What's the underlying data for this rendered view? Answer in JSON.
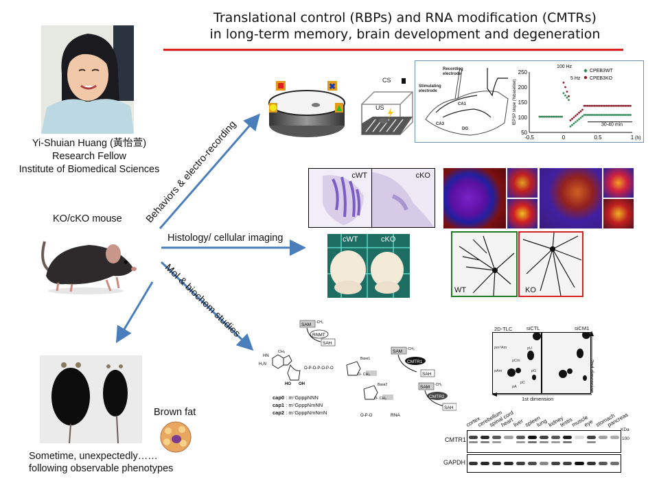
{
  "header": {
    "title_line1": "Translational control (RBPs) and RNA modification (CMTRs)",
    "title_line2": "in long-term memory, brain development and degeneration",
    "rule_color": "#e0201e"
  },
  "profile": {
    "name": "Yi-Shuian Huang (黃怡萱)",
    "position": "Research Fellow",
    "institute": "Institute of Biomedical Sciences",
    "photo_icon": "portrait-photo"
  },
  "mouse": {
    "label": "KO/cKO mouse"
  },
  "arrows": {
    "color": "#4a7ebb",
    "behavior": "Behaviors & electro-recording",
    "histology": "Histology/ cellular imaging",
    "molbio": "Mol & biochem studies"
  },
  "behavior_panel": {
    "fear_cs": "CS",
    "fear_us": "US",
    "ephys": {
      "recording_label": "Recording electrode",
      "stimulating_label": "Stimulating electrode",
      "regions": [
        "CA1",
        "CA3",
        "DG"
      ],
      "stim_100hz": "100 Hz",
      "stim_5hz": "5 Hz",
      "duration": "30-40 min",
      "legend": [
        "CPEB3WT",
        "CPEB3KO"
      ],
      "ylabel": "fEPSP slope (%baseline)",
      "xunit": "(h)",
      "yticks": [
        "250",
        "200",
        "150",
        "100",
        "50"
      ],
      "xticks": [
        "-0.5",
        "0",
        "0.5",
        "1"
      ],
      "colors": {
        "wt": "#2e8b57",
        "ko": "#8b1a2b"
      }
    }
  },
  "histology_panel": {
    "nissl_labels": [
      "cWT",
      "cKO"
    ],
    "brain_labels": [
      "cWT",
      "cKO"
    ],
    "neuron_labels": [
      "WT",
      "KO"
    ],
    "neuron_border_colors": [
      "#1f7a1f",
      "#d42020"
    ]
  },
  "biochem_panel": {
    "reaction_labels": {
      "sam": "SAM",
      "sah": "SAH",
      "ch3": "CH₃",
      "rnmt": "RNMT",
      "cmtr1": "CMTR1",
      "cmtr2": "CMTR2",
      "base1": "Base1",
      "base2": "Base2",
      "rna": "RNA",
      "ho": "HO",
      "oh": "OH",
      "h2n": "H₂N",
      "hn": "HN"
    },
    "caps": [
      {
        "name": "cap0",
        "seq": "m⁷GpppNNN"
      },
      {
        "name": "cap1",
        "seq": "m⁷GpppNmNN"
      },
      {
        "name": "cap2",
        "seq": "m⁷GpppNmNmN"
      }
    ],
    "tlc": {
      "title": "2D-TLC",
      "conditions": [
        "siCTL",
        "siCM1"
      ],
      "spots": [
        "pm⁶Am",
        "pU",
        "pCm",
        "pAm",
        "pG",
        "pC",
        "pA"
      ],
      "x_axis": "1st dimension",
      "y_axis": "2nd dimension"
    },
    "western": {
      "tissues": [
        "cortex",
        "cerebellum",
        "spinal cord",
        "heart",
        "liver",
        "spleen",
        "lung",
        "kidney",
        "testis",
        "muscle",
        "eye",
        "stomach",
        "pancreas"
      ],
      "rows": [
        "CMTR1",
        "GAPDH"
      ],
      "unit": "KDa",
      "marker": "100",
      "cmtr1_intensity": [
        0.8,
        0.9,
        0.7,
        0.4,
        0.7,
        1.0,
        0.8,
        0.7,
        0.95,
        0.15,
        0.8,
        0.4,
        0.35
      ],
      "gapdh_intensity": [
        0.85,
        0.9,
        0.85,
        0.9,
        0.8,
        0.75,
        0.5,
        0.8,
        0.8,
        1.0,
        0.85,
        0.7,
        0.6
      ]
    }
  },
  "phenotype": {
    "brown_fat": "Brown fat",
    "caption_line1": "Sometime, unexpectedly……",
    "caption_line2": "following observable phenotypes"
  }
}
